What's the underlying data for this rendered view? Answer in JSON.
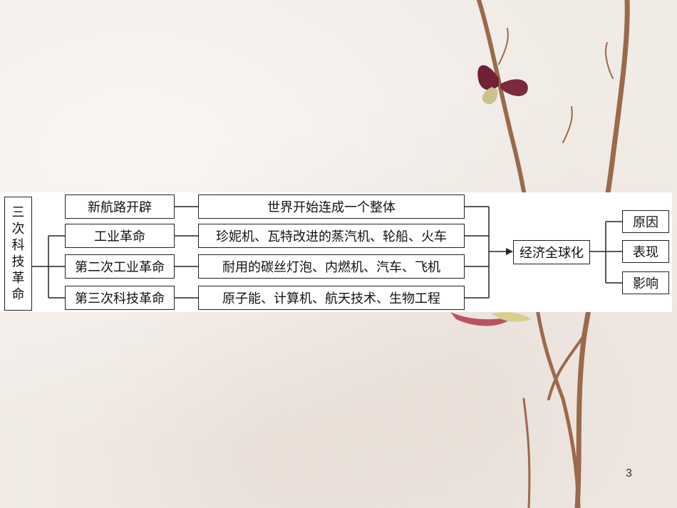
{
  "diagram": {
    "root": {
      "label": "三次科技革命",
      "chars": [
        "三",
        "次",
        "科",
        "技",
        "革",
        "命"
      ]
    },
    "rows": [
      {
        "category": "新航路开辟",
        "detail": "世界开始连成一个整体"
      },
      {
        "category": "工业革命",
        "detail": "珍妮机、瓦特改进的蒸汽机、轮船、火车"
      },
      {
        "category": "第二次工业革命",
        "detail": "耐用的碳丝灯泡、内燃机、汽车、飞机"
      },
      {
        "category": "第三次科技革命",
        "detail": "原子能、计算机、航天技术、生物工程"
      }
    ],
    "result": "经济全球化",
    "aspects": [
      "原因",
      "表现",
      "影响"
    ]
  },
  "slide": {
    "page_number": "3"
  },
  "colors": {
    "line": "#222222",
    "background": "#f1ebe6",
    "branch": "#9a6a4a",
    "petal": "#7a2a3a"
  }
}
